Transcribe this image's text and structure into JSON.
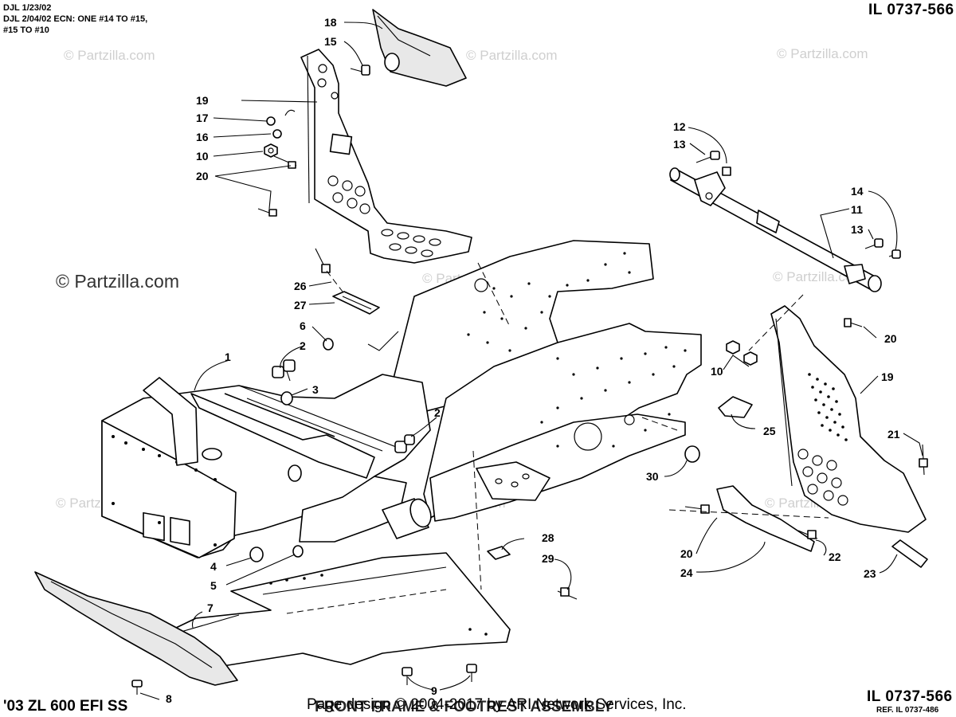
{
  "header": {
    "note_lines": [
      "DJL 1/23/02",
      "DJL 2/04/02 ECN: ONE #14 TO #15,",
      "#15 TO #10"
    ],
    "illustration_top": "IL 0737-566",
    "illustration_bottom": "IL 0737-566",
    "reference": "REF. IL 0737-486"
  },
  "footer": {
    "model": "'03 ZL 600 EFI SS",
    "title": "FRONT FRAME & FOOTREST ASSEMBLY",
    "copyright": "Page design © 2004-2017 by ARI Network Services, Inc."
  },
  "watermarks": {
    "main": "© Partzilla.com",
    "faint": "© Partzilla.com"
  },
  "callouts": {
    "c18": "18",
    "c15": "15",
    "c19a": "19",
    "c17": "17",
    "c16": "16",
    "c10a": "10",
    "c20a": "20",
    "c12": "12",
    "c13a": "13",
    "c14": "14",
    "c11": "11",
    "c13b": "13",
    "c26": "26",
    "c27": "27",
    "c6": "6",
    "c1": "1",
    "c2a": "2",
    "c3": "3",
    "c2b": "2",
    "c20b": "20",
    "c10b": "10",
    "c19b": "19",
    "c25": "25",
    "c21": "21",
    "c30": "30",
    "c4": "4",
    "c5": "5",
    "c7": "7",
    "c8": "8",
    "c9": "9",
    "c28": "28",
    "c29": "29",
    "c20c": "20",
    "c24": "24",
    "c22": "22",
    "c23": "23"
  }
}
